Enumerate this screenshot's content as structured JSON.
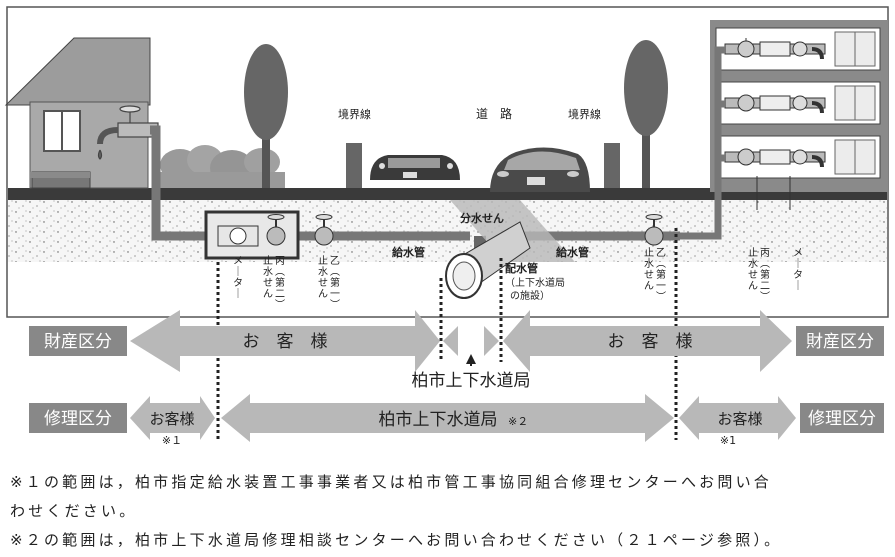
{
  "labels": {
    "road": "道　路",
    "boundary_left": "境界線",
    "boundary_right": "境界線",
    "branch": "分水せん",
    "supply_left": "給水管",
    "supply_right": "給水管",
    "main_pipe": "配水管",
    "main_pipe_note1": "（上下水道局",
    "main_pipe_note2": "の施設）"
  },
  "vertical_labels": {
    "meter_left": "メーター",
    "valve_hei_left": [
      "丙（第二）",
      "止水せん"
    ],
    "valve_otsu_left": [
      "乙（第一）",
      "止水せん"
    ],
    "valve_otsu_right": [
      "乙（第一）",
      "止水せん"
    ],
    "valve_hei_right": [
      "丙（第二）",
      "止水せん"
    ],
    "meter_right": "メーター"
  },
  "ownership": {
    "label_left": "財産区分",
    "label_right": "財産区分",
    "customer_left": "お　客　様",
    "customer_right": "お　客　様",
    "bureau": "柏市上下水道局"
  },
  "repair": {
    "label_left": "修理区分",
    "label_right": "修理区分",
    "customer_left": "お客様",
    "customer_right": "お客様",
    "note_left": "※１",
    "note_right": "※1",
    "bureau": "柏市上下水道局",
    "bureau_note": "※２"
  },
  "notes": {
    "line1": "※１の範囲は，柏市指定給水装置工事事業者又は柏市管工事協同組合修理センターへお問い合",
    "line2": "わせください。",
    "line3": "※２の範囲は，柏市上下水道局修理相談センターへお問い合わせください（２１ページ参照）。"
  }
}
